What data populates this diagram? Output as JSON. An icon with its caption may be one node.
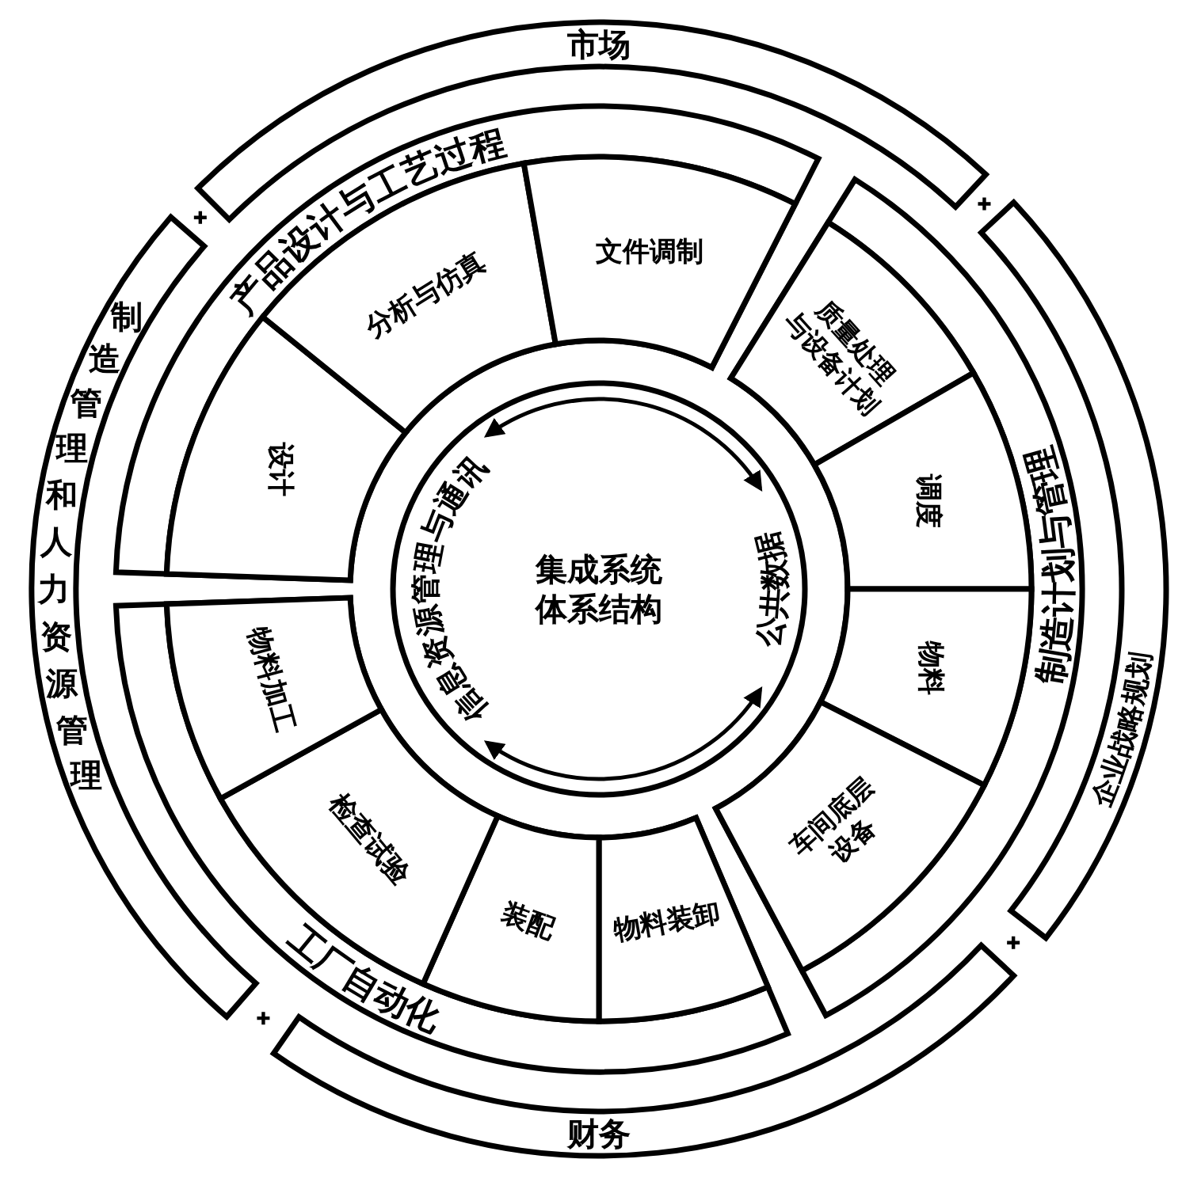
{
  "diagram": {
    "nodes": [
      {
        "text": [
          "市场"
        ]
      },
      {
        "text": [
          "制造管理和人力资源管理"
        ]
      },
      {
        "text": [
          "企业战略规划"
        ]
      },
      {
        "text": [
          "财务"
        ]
      },
      {
        "text": [
          "产品设计与工艺过程"
        ]
      },
      {
        "text": [
          "设计"
        ],
        "in": 4
      },
      {
        "text": [
          "分析与仿真"
        ],
        "in": 4
      },
      {
        "text": [
          "文件调制"
        ],
        "in": 4
      },
      {
        "text": [
          "制造计划与管理"
        ]
      },
      {
        "text": [
          "质量处理与设备计划"
        ],
        "in": 8
      },
      {
        "text": [
          "调度"
        ],
        "in": 8
      },
      {
        "text": [
          "物料"
        ],
        "in": 8
      },
      {
        "text": [
          "车间底层设备"
        ],
        "in": 8
      },
      {
        "text": [
          "工厂自动化"
        ]
      },
      {
        "text": [
          "物料装卸"
        ],
        "in": 13
      },
      {
        "text": [
          "装配"
        ],
        "in": 13
      },
      {
        "text": [
          "检查试验"
        ],
        "in": 13
      },
      {
        "text": [
          "物料加工"
        ],
        "in": 13
      },
      {
        "text": [
          "集成系统体系结构"
        ]
      },
      {
        "text": [
          "信息资源管理与通讯"
        ],
        "in": 18
      },
      {
        "text": [
          "公共数据"
        ]
      }
    ],
    "edges": [
      {
        "from": 19,
        "to": 20,
        "arrow": "both"
      },
      {
        "from": 19,
        "to": 20,
        "arrow": "both"
      }
    ]
  }
}
